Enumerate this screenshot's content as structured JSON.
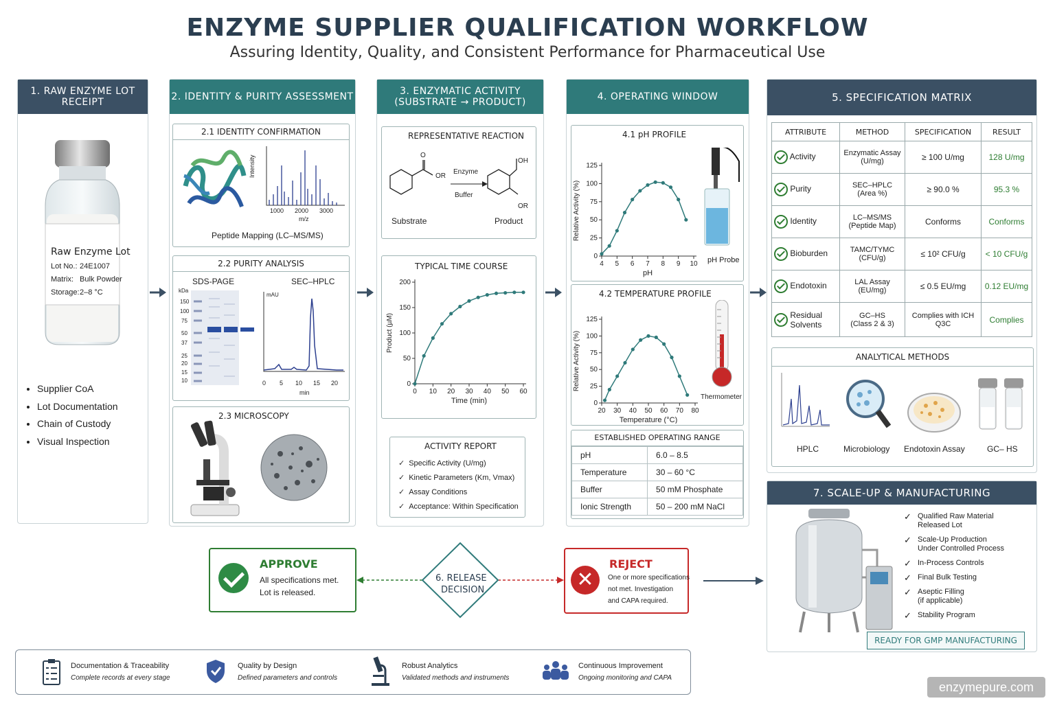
{
  "header": {
    "title": "ENZYME SUPPLIER QUALIFICATION WORKFLOW",
    "subtitle": "Assuring Identity, Quality, and Consistent Performance for Pharmaceutical Use"
  },
  "step1": {
    "title_line1": "1. RAW ENZYME LOT",
    "title_line2": "RECEIPT",
    "vial_label": {
      "name": "Raw Enzyme Lot",
      "lot_key": "Lot No.:",
      "lot_val": "24E1007",
      "matrix_key": "Matrix:",
      "matrix_val": "Bulk Powder",
      "storage_key": "Storage:",
      "storage_val": "2–8 °C"
    },
    "bullets": [
      "Supplier CoA",
      "Lot Documentation",
      "Chain of Custody",
      "Visual Inspection"
    ]
  },
  "step2": {
    "title": "2. IDENTITY & PURITY ASSESSMENT",
    "identity": {
      "title": "2.1 IDENTITY CONFIRMATION",
      "ms_ylabel": "Intensity",
      "ms_ticks": [
        "1000",
        "2000",
        "3000"
      ],
      "ms_xlabel": "m/z",
      "caption": "Peptide Mapping (LC–MS/MS)"
    },
    "purity": {
      "title": "2.2 PURITY ANALYSIS",
      "sds_title": "SDS-PAGE",
      "kda_label": "kDa",
      "kda_ticks": [
        "150",
        "100",
        "75",
        "50",
        "37",
        "25",
        "20",
        "15",
        "10"
      ],
      "hplc_title": "SEC–HPLC",
      "hplc_ylabel": "mAU",
      "hplc_ticks": [
        "0",
        "5",
        "10",
        "15",
        "20"
      ],
      "hplc_xlabel": "min"
    },
    "microscopy": {
      "title": "2.3 MICROSCOPY"
    }
  },
  "step3": {
    "title_line1": "3. ENZYMATIC ACTIVITY",
    "title_line2": "(SUBSTRATE → PRODUCT)",
    "reaction": {
      "title": "REPRESENTATIVE REACTION",
      "enzyme": "Enzyme",
      "buffer": "Buffer",
      "substrate": "Substrate",
      "product": "Product",
      "o": "O",
      "or": "OR",
      "oh": "OH"
    },
    "timecourse": {
      "title": "TYPICAL TIME COURSE"
    },
    "report": {
      "title": "ACTIVITY REPORT",
      "items": [
        "Specific Activity (U/mg)",
        "Kinetic Parameters (Km, Vmax)",
        "Assay Conditions",
        "Acceptance: Within Specification"
      ]
    }
  },
  "step4": {
    "title": "4. OPERATING WINDOW",
    "ph": {
      "title": "4.1 pH PROFILE",
      "probe": "pH Probe"
    },
    "temp": {
      "title": "4.2 TEMPERATURE PROFILE",
      "thermo": "Thermometer"
    },
    "range": {
      "title": "ESTABLISHED OPERATING RANGE",
      "rows": [
        {
          "param": "pH",
          "value": "6.0 – 8.5"
        },
        {
          "param": "Temperature",
          "value": "30 – 60 °C"
        },
        {
          "param": "Buffer",
          "value": "50 mM Phosphate"
        },
        {
          "param": "Ionic Strength",
          "value": "50 – 200 mM NaCl"
        }
      ]
    }
  },
  "step5": {
    "title": "5. SPECIFICATION MATRIX",
    "headers": [
      "ATTRIBUTE",
      "METHOD",
      "SPECIFICATION",
      "RESULT"
    ],
    "rows": [
      {
        "attr": "Activity",
        "method1": "Enzymatic Assay",
        "method2": "(U/mg)",
        "spec": "≥ 100 U/mg",
        "result": "128 U/mg"
      },
      {
        "attr": "Purity",
        "method1": "SEC–HPLC",
        "method2": "(Area %)",
        "spec": "≥ 90.0 %",
        "result": "95.3 %"
      },
      {
        "attr": "Identity",
        "method1": "LC–MS/MS",
        "method2": "(Peptide Map)",
        "spec": "Conforms",
        "result": "Conforms"
      },
      {
        "attr": "Bioburden",
        "method1": "TAMC/TYMC",
        "method2": "(CFU/g)",
        "spec": "≤ 10² CFU/g",
        "result": "< 10 CFU/g"
      },
      {
        "attr": "Endotoxin",
        "method1": "LAL Assay",
        "method2": "(EU/mg)",
        "spec": "≤ 0.5 EU/mg",
        "result": "0.12 EU/mg"
      },
      {
        "attr": "Residual Solvents",
        "method1": "GC–HS",
        "method2": "(Class 2 & 3)",
        "spec": "Complies with ICH Q3C",
        "result": "Complies"
      }
    ],
    "methods_title": "ANALYTICAL METHODS",
    "methods": [
      "HPLC",
      "Microbiology",
      "Endotoxin Assay",
      "GC– HS"
    ]
  },
  "decision": {
    "approve_title": "APPROVE",
    "approve_text1": "All specifications met.",
    "approve_text2": "Lot is released.",
    "decision_line1": "6. RELEASE",
    "decision_line2": "DECISION",
    "reject_title": "REJECT",
    "reject_text1": "One or more specifications",
    "reject_text2": "not met. Investigation",
    "reject_text3": "and CAPA required."
  },
  "step7": {
    "title": "7. SCALE-UP & MANUFACTURING",
    "items": [
      [
        "Qualified Raw Material",
        "Released Lot"
      ],
      [
        "Scale-Up Production",
        "Under Controlled Process"
      ],
      [
        "In-Process Controls"
      ],
      [
        "Final Bulk Testing"
      ],
      [
        "Aseptic Filling",
        "(if applicable)"
      ],
      [
        "Stability Program"
      ]
    ],
    "ready": "READY FOR GMP MANUFACTURING"
  },
  "footer": {
    "items": [
      {
        "title": "Documentation & Traceability",
        "text": "Complete records at every stage"
      },
      {
        "title": "Quality by Design",
        "text": "Defined parameters and controls"
      },
      {
        "title": "Robust Analytics",
        "text": "Validated methods and instruments"
      },
      {
        "title": "Continuous Improvement",
        "text": "Ongoing monitoring and CAPA"
      }
    ],
    "watermark": "enzymepure.com"
  },
  "chart_data": [
    {
      "type": "line",
      "title": "TYPICAL TIME COURSE",
      "xlabel": "Time (min)",
      "ylabel": "Product (µM)",
      "xlim": [
        0,
        60
      ],
      "ylim": [
        0,
        200
      ],
      "xticks": [
        0,
        10,
        20,
        30,
        40,
        50,
        60
      ],
      "yticks": [
        0,
        50,
        100,
        150,
        200
      ],
      "x": [
        0,
        5,
        10,
        15,
        20,
        25,
        30,
        35,
        40,
        45,
        50,
        55,
        60
      ],
      "y": [
        0,
        55,
        90,
        118,
        138,
        152,
        163,
        170,
        175,
        178,
        179,
        180,
        180
      ]
    },
    {
      "type": "line",
      "title": "4.1 pH PROFILE",
      "xlabel": "pH",
      "ylabel": "Relative Activity (%)",
      "xlim": [
        4,
        10
      ],
      "ylim": [
        0,
        125
      ],
      "xticks": [
        4,
        5,
        6,
        7,
        8,
        9,
        10
      ],
      "yticks": [
        0,
        25,
        50,
        75,
        100,
        125
      ],
      "x": [
        4.0,
        4.5,
        5.0,
        5.5,
        6.0,
        6.5,
        7.0,
        7.5,
        8.0,
        8.5,
        9.0,
        9.5
      ],
      "y": [
        3,
        14,
        35,
        60,
        78,
        90,
        98,
        102,
        101,
        95,
        78,
        50
      ]
    },
    {
      "type": "line",
      "title": "4.2 TEMPERATURE PROFILE",
      "xlabel": "Temperature (°C)",
      "ylabel": "Relative Activity (%)",
      "xlim": [
        20,
        80
      ],
      "ylim": [
        0,
        125
      ],
      "xticks": [
        20,
        30,
        40,
        50,
        60,
        70,
        80
      ],
      "yticks": [
        0,
        25,
        50,
        75,
        100,
        125
      ],
      "x": [
        22,
        25,
        30,
        35,
        40,
        45,
        50,
        55,
        60,
        65,
        70,
        75
      ],
      "y": [
        4,
        20,
        40,
        60,
        80,
        94,
        100,
        98,
        88,
        68,
        40,
        12
      ]
    }
  ]
}
